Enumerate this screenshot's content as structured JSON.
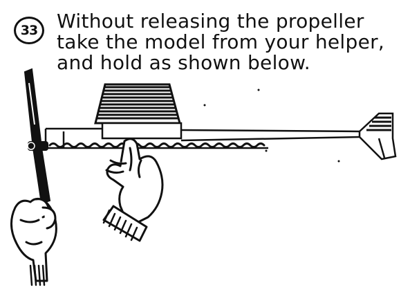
{
  "step": {
    "number": "33"
  },
  "instruction": {
    "line1": "Without releasing the propeller",
    "line2": "take the model from your helper,",
    "line3": "and hold as shown below."
  },
  "illustration": {
    "subject": "hands-holding-model-airplane-and-propeller",
    "stroke_color": "#111111",
    "background_color": "#ffffff"
  }
}
